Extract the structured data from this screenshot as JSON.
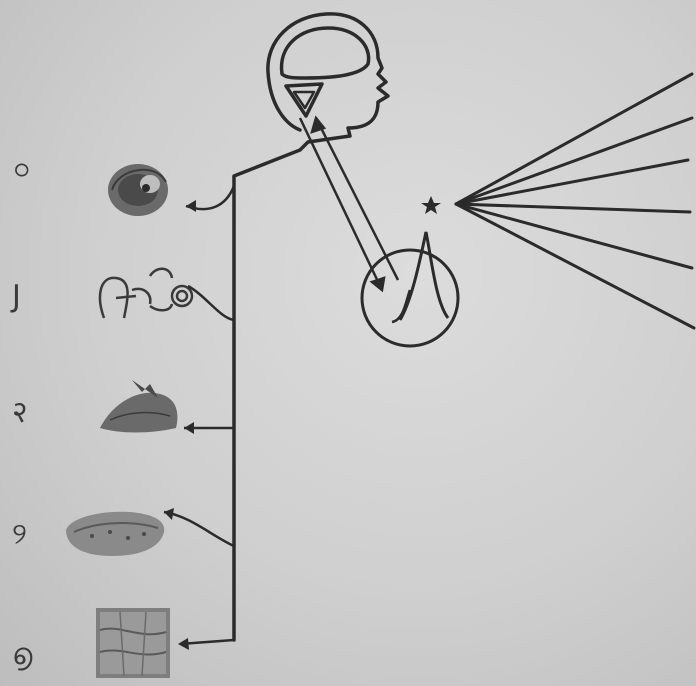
{
  "diagram": {
    "row_labels": [
      "০",
      "J",
      "२",
      "୨",
      "൭"
    ],
    "organs": [
      "eye-organ",
      "ear-organ",
      "nose-organ",
      "tongue-organ",
      "skin-organ"
    ]
  },
  "colors": {
    "paper": "#d2d2d2",
    "ink": "#2b2b2b"
  }
}
